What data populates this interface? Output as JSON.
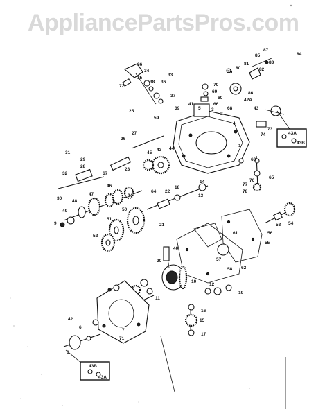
{
  "watermark": "AppliancePartsPros.com",
  "callouts": {
    "upper_right_box": [
      "43A",
      "43B"
    ],
    "lower_left_box": [
      "43B",
      "43A"
    ]
  },
  "part_labels": [
    "36",
    "34",
    "35",
    "33",
    "72",
    "38",
    "36",
    "37",
    "25",
    "59",
    "39",
    "70",
    "69",
    "60",
    "66",
    "79",
    "80",
    "81",
    "82",
    "83",
    "84",
    "85",
    "86",
    "87",
    "42A",
    "41",
    "5",
    "3",
    "68",
    "2",
    "43",
    "74",
    "73",
    "1",
    "4",
    "26",
    "27",
    "29",
    "28",
    "23",
    "67",
    "31",
    "32",
    "30",
    "46",
    "45",
    "43",
    "47",
    "48",
    "49",
    "9",
    "44",
    "64",
    "63",
    "76",
    "77",
    "78",
    "65",
    "24",
    "22",
    "18",
    "13",
    "14",
    "50",
    "52",
    "51",
    "21",
    "10",
    "11",
    "12",
    "15",
    "16",
    "17",
    "19",
    "20",
    "54",
    "53",
    "58",
    "56",
    "55",
    "57",
    "62",
    "61",
    "40",
    "71",
    "7",
    "42",
    "6",
    "8"
  ]
}
